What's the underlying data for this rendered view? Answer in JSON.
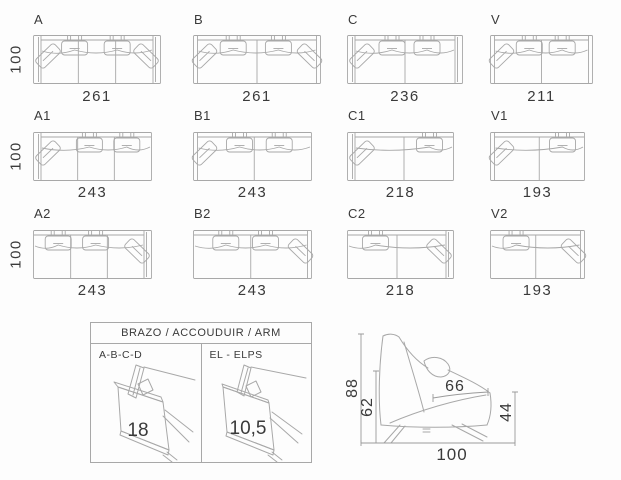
{
  "colors": {
    "line": "#a8a8a8",
    "text": "#3a3a3a",
    "background": "#fdfdfd"
  },
  "depth_label": "100",
  "models": [
    {
      "name": "A",
      "width": "261",
      "arms": "both",
      "arm_style": "wide",
      "seats": 3,
      "corner": "both",
      "pillows": 2,
      "show_depth": true,
      "row": 0,
      "col": 0
    },
    {
      "name": "B",
      "width": "261",
      "arms": "both",
      "arm_style": "narrow",
      "seats": 2,
      "corner": "both",
      "pillows": 2,
      "show_depth": false,
      "row": 0,
      "col": 1
    },
    {
      "name": "C",
      "width": "236",
      "arms": "both",
      "arm_style": "wide",
      "seats": 2,
      "corner": "left",
      "pillows": 2,
      "show_depth": false,
      "row": 0,
      "col": 2
    },
    {
      "name": "V",
      "width": "211",
      "arms": "both",
      "arm_style": "narrow",
      "seats": 2,
      "corner": "left",
      "pillows": 2,
      "show_depth": false,
      "row": 0,
      "col": 3
    },
    {
      "name": "A1",
      "width": "243",
      "arms": "left",
      "arm_style": "wide",
      "seats": 3,
      "corner": "left",
      "pillows": 2,
      "show_depth": true,
      "row": 1,
      "col": 0
    },
    {
      "name": "B1",
      "width": "243",
      "arms": "left",
      "arm_style": "narrow",
      "seats": 2,
      "corner": "left",
      "pillows": 2,
      "show_depth": false,
      "row": 1,
      "col": 1
    },
    {
      "name": "C1",
      "width": "218",
      "arms": "left",
      "arm_style": "wide",
      "seats": 2,
      "corner": "left",
      "pillows": 1,
      "show_depth": false,
      "row": 1,
      "col": 2
    },
    {
      "name": "V1",
      "width": "193",
      "arms": "left",
      "arm_style": "narrow",
      "seats": 2,
      "corner": "left",
      "pillows": 1,
      "show_depth": false,
      "row": 1,
      "col": 3
    },
    {
      "name": "A2",
      "width": "243",
      "arms": "right",
      "arm_style": "wide",
      "seats": 3,
      "corner": "right",
      "pillows": 2,
      "show_depth": true,
      "row": 2,
      "col": 0
    },
    {
      "name": "B2",
      "width": "243",
      "arms": "right",
      "arm_style": "narrow",
      "seats": 2,
      "corner": "right",
      "pillows": 2,
      "show_depth": false,
      "row": 2,
      "col": 1
    },
    {
      "name": "C2",
      "width": "218",
      "arms": "right",
      "arm_style": "wide",
      "seats": 2,
      "corner": "right",
      "pillows": 1,
      "show_depth": false,
      "row": 2,
      "col": 2
    },
    {
      "name": "V2",
      "width": "193",
      "arms": "right",
      "arm_style": "narrow",
      "seats": 2,
      "corner": "right",
      "pillows": 1,
      "show_depth": false,
      "row": 2,
      "col": 3
    }
  ],
  "arm_box": {
    "title": "BRAZO / ACCOUDUIR / ARM",
    "cells": [
      {
        "label": "A-B-C-D",
        "value": "18"
      },
      {
        "label": "EL - ELPS",
        "value": "10,5"
      }
    ]
  },
  "side_view": {
    "total_height": "88",
    "arm_height": "62",
    "seat_depth": "66",
    "seat_height": "44",
    "total_depth": "100"
  }
}
